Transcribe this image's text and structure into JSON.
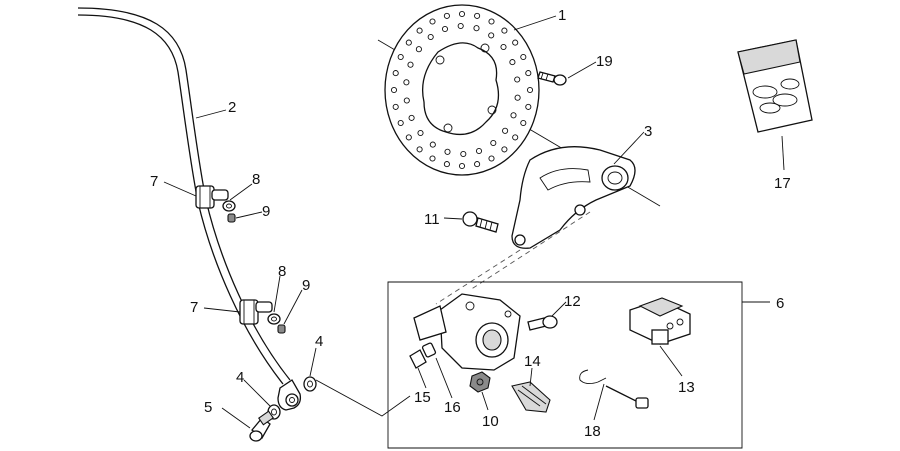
{
  "diagram": {
    "callouts": [
      "1",
      "2",
      "3",
      "4",
      "4",
      "5",
      "6",
      "7",
      "7",
      "8",
      "8",
      "9",
      "9",
      "10",
      "11",
      "12",
      "13",
      "14",
      "15",
      "16",
      "17",
      "18",
      "19"
    ]
  }
}
